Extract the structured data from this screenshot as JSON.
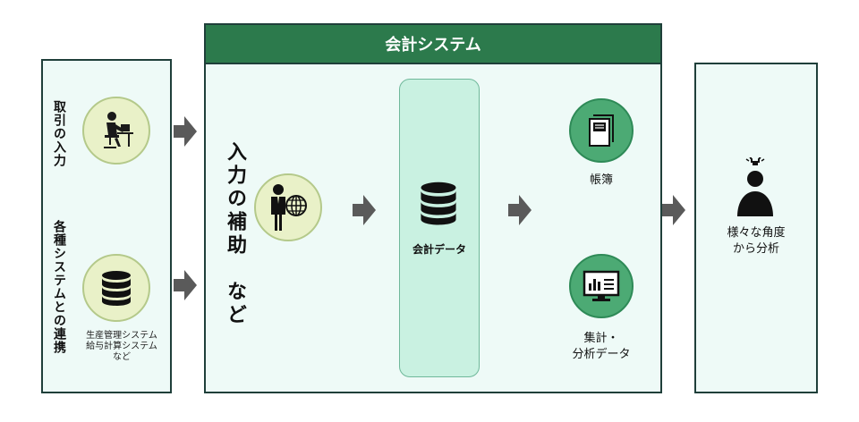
{
  "left": {
    "input_title": "取引の入力",
    "integration_title": "各種システムとの連携",
    "systems_note_line1": "生産管理システム",
    "systems_note_line2": "給与計算システム",
    "systems_note_line3": "など"
  },
  "center": {
    "header": "会計システム",
    "assist_title": "入力の補助　など",
    "data_label": "会計データ",
    "ledger_label": "帳簿",
    "summary_line1": "集計・",
    "summary_line2": "分析データ"
  },
  "right": {
    "line1": "様々な角度",
    "line2": "から分析"
  },
  "colors": {
    "header_green": "#2c7a4c",
    "panel_bg": "#eefaf7",
    "data_box": "#c9f1e1",
    "arrow_gray": "#5a5a5a"
  },
  "icons": [
    "person-at-desk-icon",
    "database-icon",
    "businessman-globe-icon",
    "ledger-icon",
    "monitor-chart-icon",
    "person-lightbulb-icon"
  ]
}
